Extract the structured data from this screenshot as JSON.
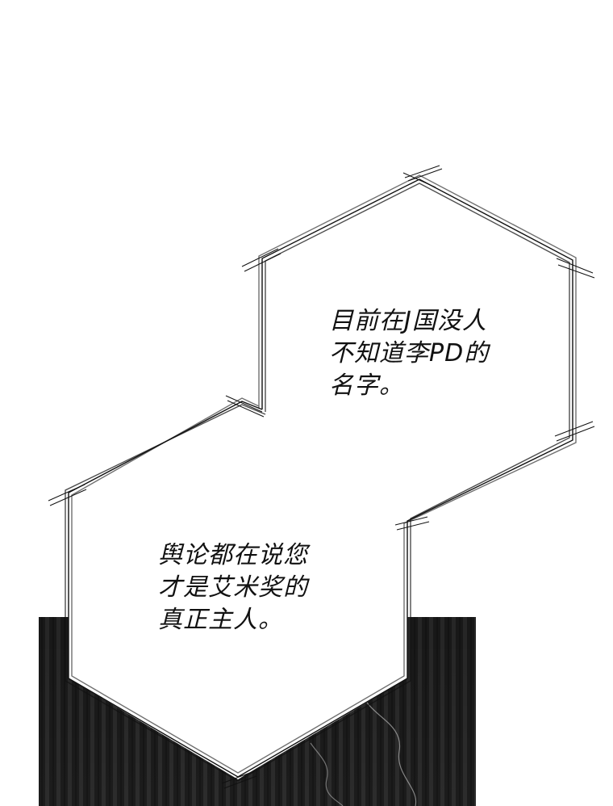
{
  "bubbles": [
    {
      "lines": [
        "目前在J国没人",
        "不知道李PD的",
        "名字。"
      ]
    },
    {
      "lines": [
        "舆论都在说您",
        "才是艾米奖的",
        "真正主人。"
      ]
    }
  ],
  "colors": {
    "background": "#ffffff",
    "ink": "#111111",
    "dark_panel": "#1c1c1c"
  }
}
